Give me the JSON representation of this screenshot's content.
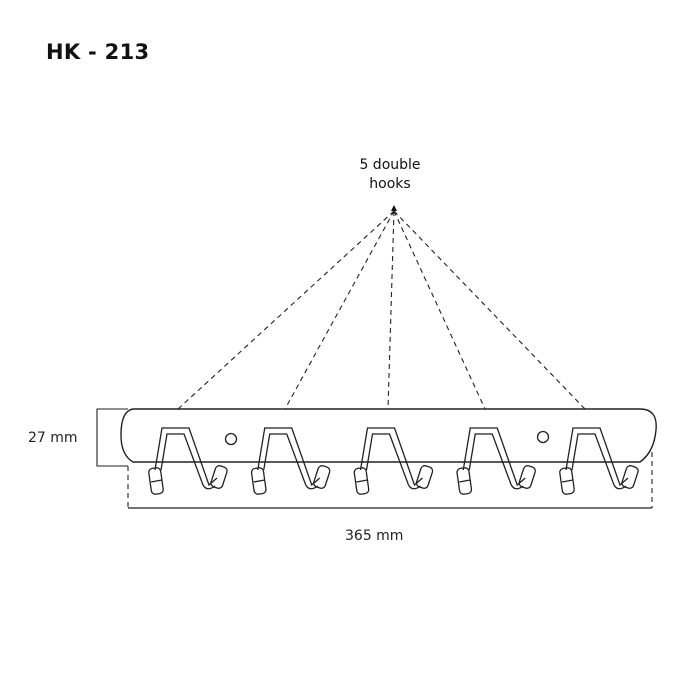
{
  "product": {
    "code": "HK - 213"
  },
  "callout": {
    "line1": "5 double",
    "line2": "hooks"
  },
  "dimensions": {
    "height_label": "27 mm",
    "width_label": "365 mm"
  },
  "hook_count": 5,
  "colors": {
    "stroke": "#222222",
    "background": "#ffffff"
  }
}
